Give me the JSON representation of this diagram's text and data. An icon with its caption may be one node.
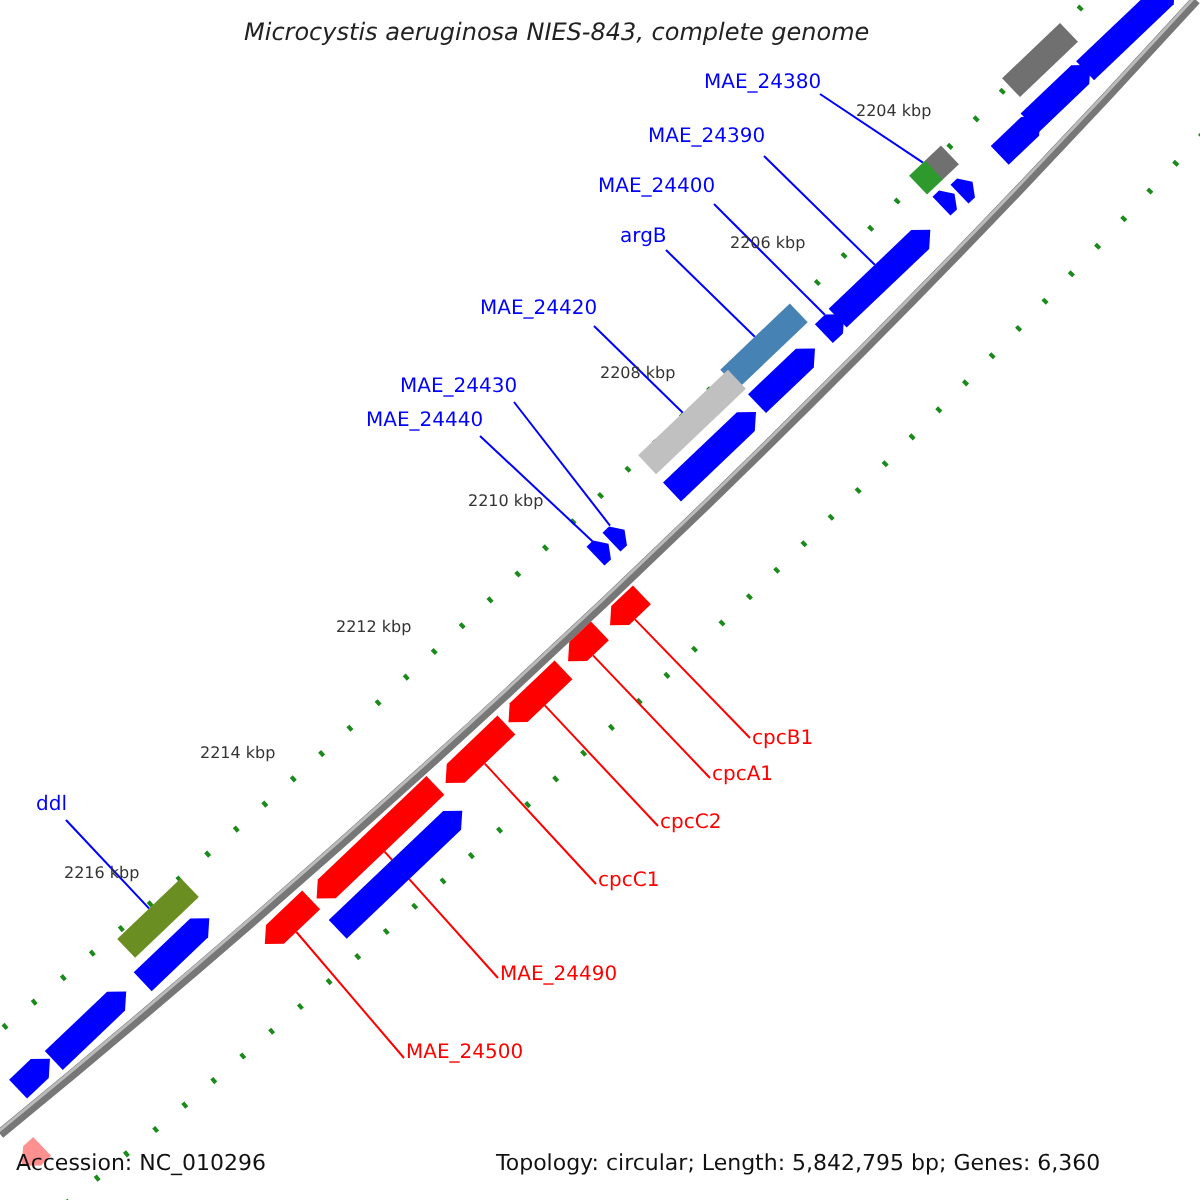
{
  "diagram": {
    "title": "Microcystis aeruginosa NIES-843, complete genome",
    "nodes": [
      {
        "text": [
          "MAE_24380"
        ]
      },
      {
        "text": [
          "MAE_24390"
        ]
      },
      {
        "text": [
          "MAE_24400"
        ]
      },
      {
        "text": [
          "argB"
        ]
      },
      {
        "text": [
          "MAE_24420"
        ]
      },
      {
        "text": [
          "MAE_24430"
        ]
      },
      {
        "text": [
          "MAE_24440"
        ]
      },
      {
        "text": [
          "cpcB1"
        ]
      },
      {
        "text": [
          "cpcA1"
        ]
      },
      {
        "text": [
          "cpcC2"
        ]
      },
      {
        "text": [
          "cpcC1"
        ]
      },
      {
        "text": [
          "MAE_24490"
        ]
      },
      {
        "text": [
          "MAE_24500"
        ]
      },
      {
        "text": [
          "ddl"
        ]
      },
      {
        "text": [],
        "shape": "box"
      },
      {
        "text": [],
        "shape": "arrow"
      },
      {
        "text": [],
        "shape": "arrow"
      },
      {
        "text": [],
        "shape": "box"
      },
      {
        "text": [],
        "shape": "box"
      },
      {
        "text": [],
        "shape": "arrow"
      },
      {
        "text": [],
        "shape": "arrow"
      },
      {
        "text": [],
        "shape": "arrow"
      },
      {
        "text": [],
        "shape": "arrow"
      },
      {
        "text": [],
        "shape": "arrow"
      },
      {
        "text": [],
        "shape": "arrow"
      },
      {
        "text": [],
        "shape": "arrow"
      },
      {
        "text": [],
        "shape": "arrow"
      },
      {
        "text": [],
        "shape": "box"
      },
      {
        "text": [],
        "shape": "arrow"
      },
      {
        "text": [],
        "shape": "arrow"
      },
      {
        "text": [],
        "shape": "arrow"
      },
      {
        "text": [],
        "shape": "arrow"
      },
      {
        "text": [],
        "shape": "box"
      },
      {
        "text": [],
        "shape": "arrow"
      },
      {
        "text": [],
        "shape": "arrow"
      },
      {
        "text": [],
        "shape": "arrow"
      },
      {
        "text": [],
        "shape": "arrow"
      },
      {
        "text": [],
        "shape": "arrow"
      },
      {
        "text": [],
        "shape": "arrow"
      },
      {
        "text": [],
        "shape": "arrow"
      },
      {
        "text": [],
        "shape": "arrow"
      }
    ],
    "edges": [
      {
        "from": 0,
        "to": 14,
        "arrow": "none"
      },
      {
        "from": 1,
        "to": 15,
        "arrow": "none"
      },
      {
        "from": 2,
        "to": 16,
        "arrow": "none"
      },
      {
        "from": 3,
        "to": 17,
        "arrow": "none"
      },
      {
        "from": 4,
        "to": 18,
        "arrow": "none"
      },
      {
        "from": 5,
        "to": 19,
        "arrow": "none"
      },
      {
        "from": 6,
        "to": 20,
        "arrow": "none"
      },
      {
        "from": 7,
        "to": 21,
        "arrow": "none",
        "color": "#ff0000"
      },
      {
        "from": 8,
        "to": 22,
        "arrow": "none",
        "color": "#ff0000"
      },
      {
        "from": 9,
        "to": 23,
        "arrow": "none",
        "color": "#ff0000"
      },
      {
        "from": 10,
        "to": 24,
        "arrow": "none",
        "color": "#ff0000"
      },
      {
        "from": 11,
        "to": 25,
        "arrow": "none",
        "color": "#ff0000"
      },
      {
        "from": 12,
        "to": 26,
        "arrow": "none",
        "color": "#ff0000"
      },
      {
        "from": 13,
        "to": 27,
        "arrow": "none"
      }
    ],
    "labels": [
      "2204 kbp",
      "2206 kbp",
      "2208 kbp",
      "2210 kbp",
      "2212 kbp",
      "2214 kbp",
      "2216 kbp",
      "Accession: NC_010296",
      "Topology: circular; Length: 5,842,795 bp; Genes: 6,360"
    ]
  }
}
